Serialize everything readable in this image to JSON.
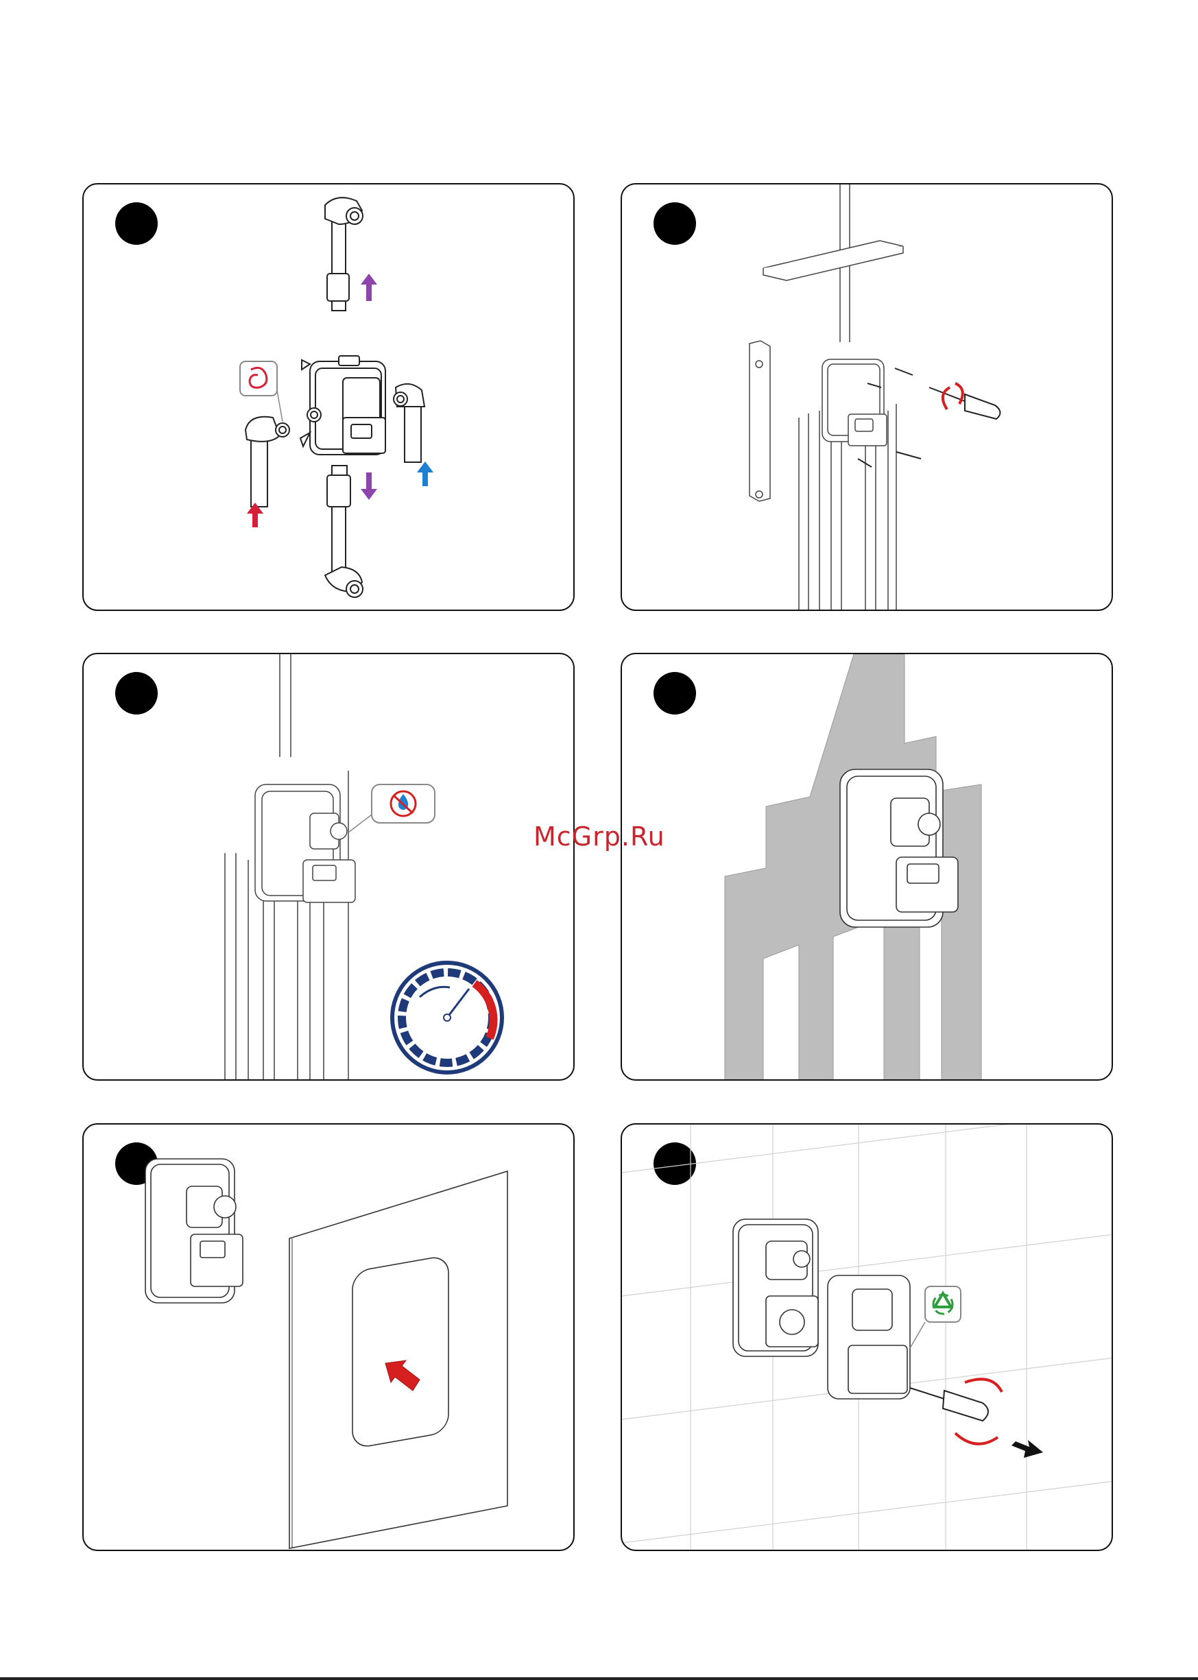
{
  "watermark": {
    "text": "McGrp.Ru",
    "color": "#c9252c"
  },
  "colors": {
    "arrow_purple": "#8e44ad",
    "arrow_red": "#d6203a",
    "arrow_blue": "#1f7fd1",
    "screed_gray": "#bdbdbd",
    "gauge_navy": "#1f3a78",
    "gauge_red": "#d62020",
    "recycle_green": "#2e9e3e"
  },
  "panels": [
    {
      "id": 1,
      "content": "assembly-connections",
      "icons": [
        "sealing-tape-icon",
        "arrow-up-icon",
        "arrow-down-icon",
        "hot-inlet-arrow-icon",
        "cold-inlet-arrow-icon"
      ]
    },
    {
      "id": 2,
      "content": "wall-mounting",
      "icons": [
        "screwdriver-icon",
        "rotate-icon",
        "screw-icon"
      ]
    },
    {
      "id": 3,
      "content": "pressure-test",
      "icons": [
        "no-water-icon",
        "pressure-gauge-icon"
      ]
    },
    {
      "id": 4,
      "content": "plaster-screed",
      "icons": []
    },
    {
      "id": 5,
      "content": "tile-template",
      "icons": [
        "push-arrow-icon"
      ]
    },
    {
      "id": 6,
      "content": "remove-protection-cap",
      "icons": [
        "recycle-icon",
        "screwdriver-icon",
        "rotate-icon",
        "pull-arrow-icon"
      ]
    }
  ]
}
